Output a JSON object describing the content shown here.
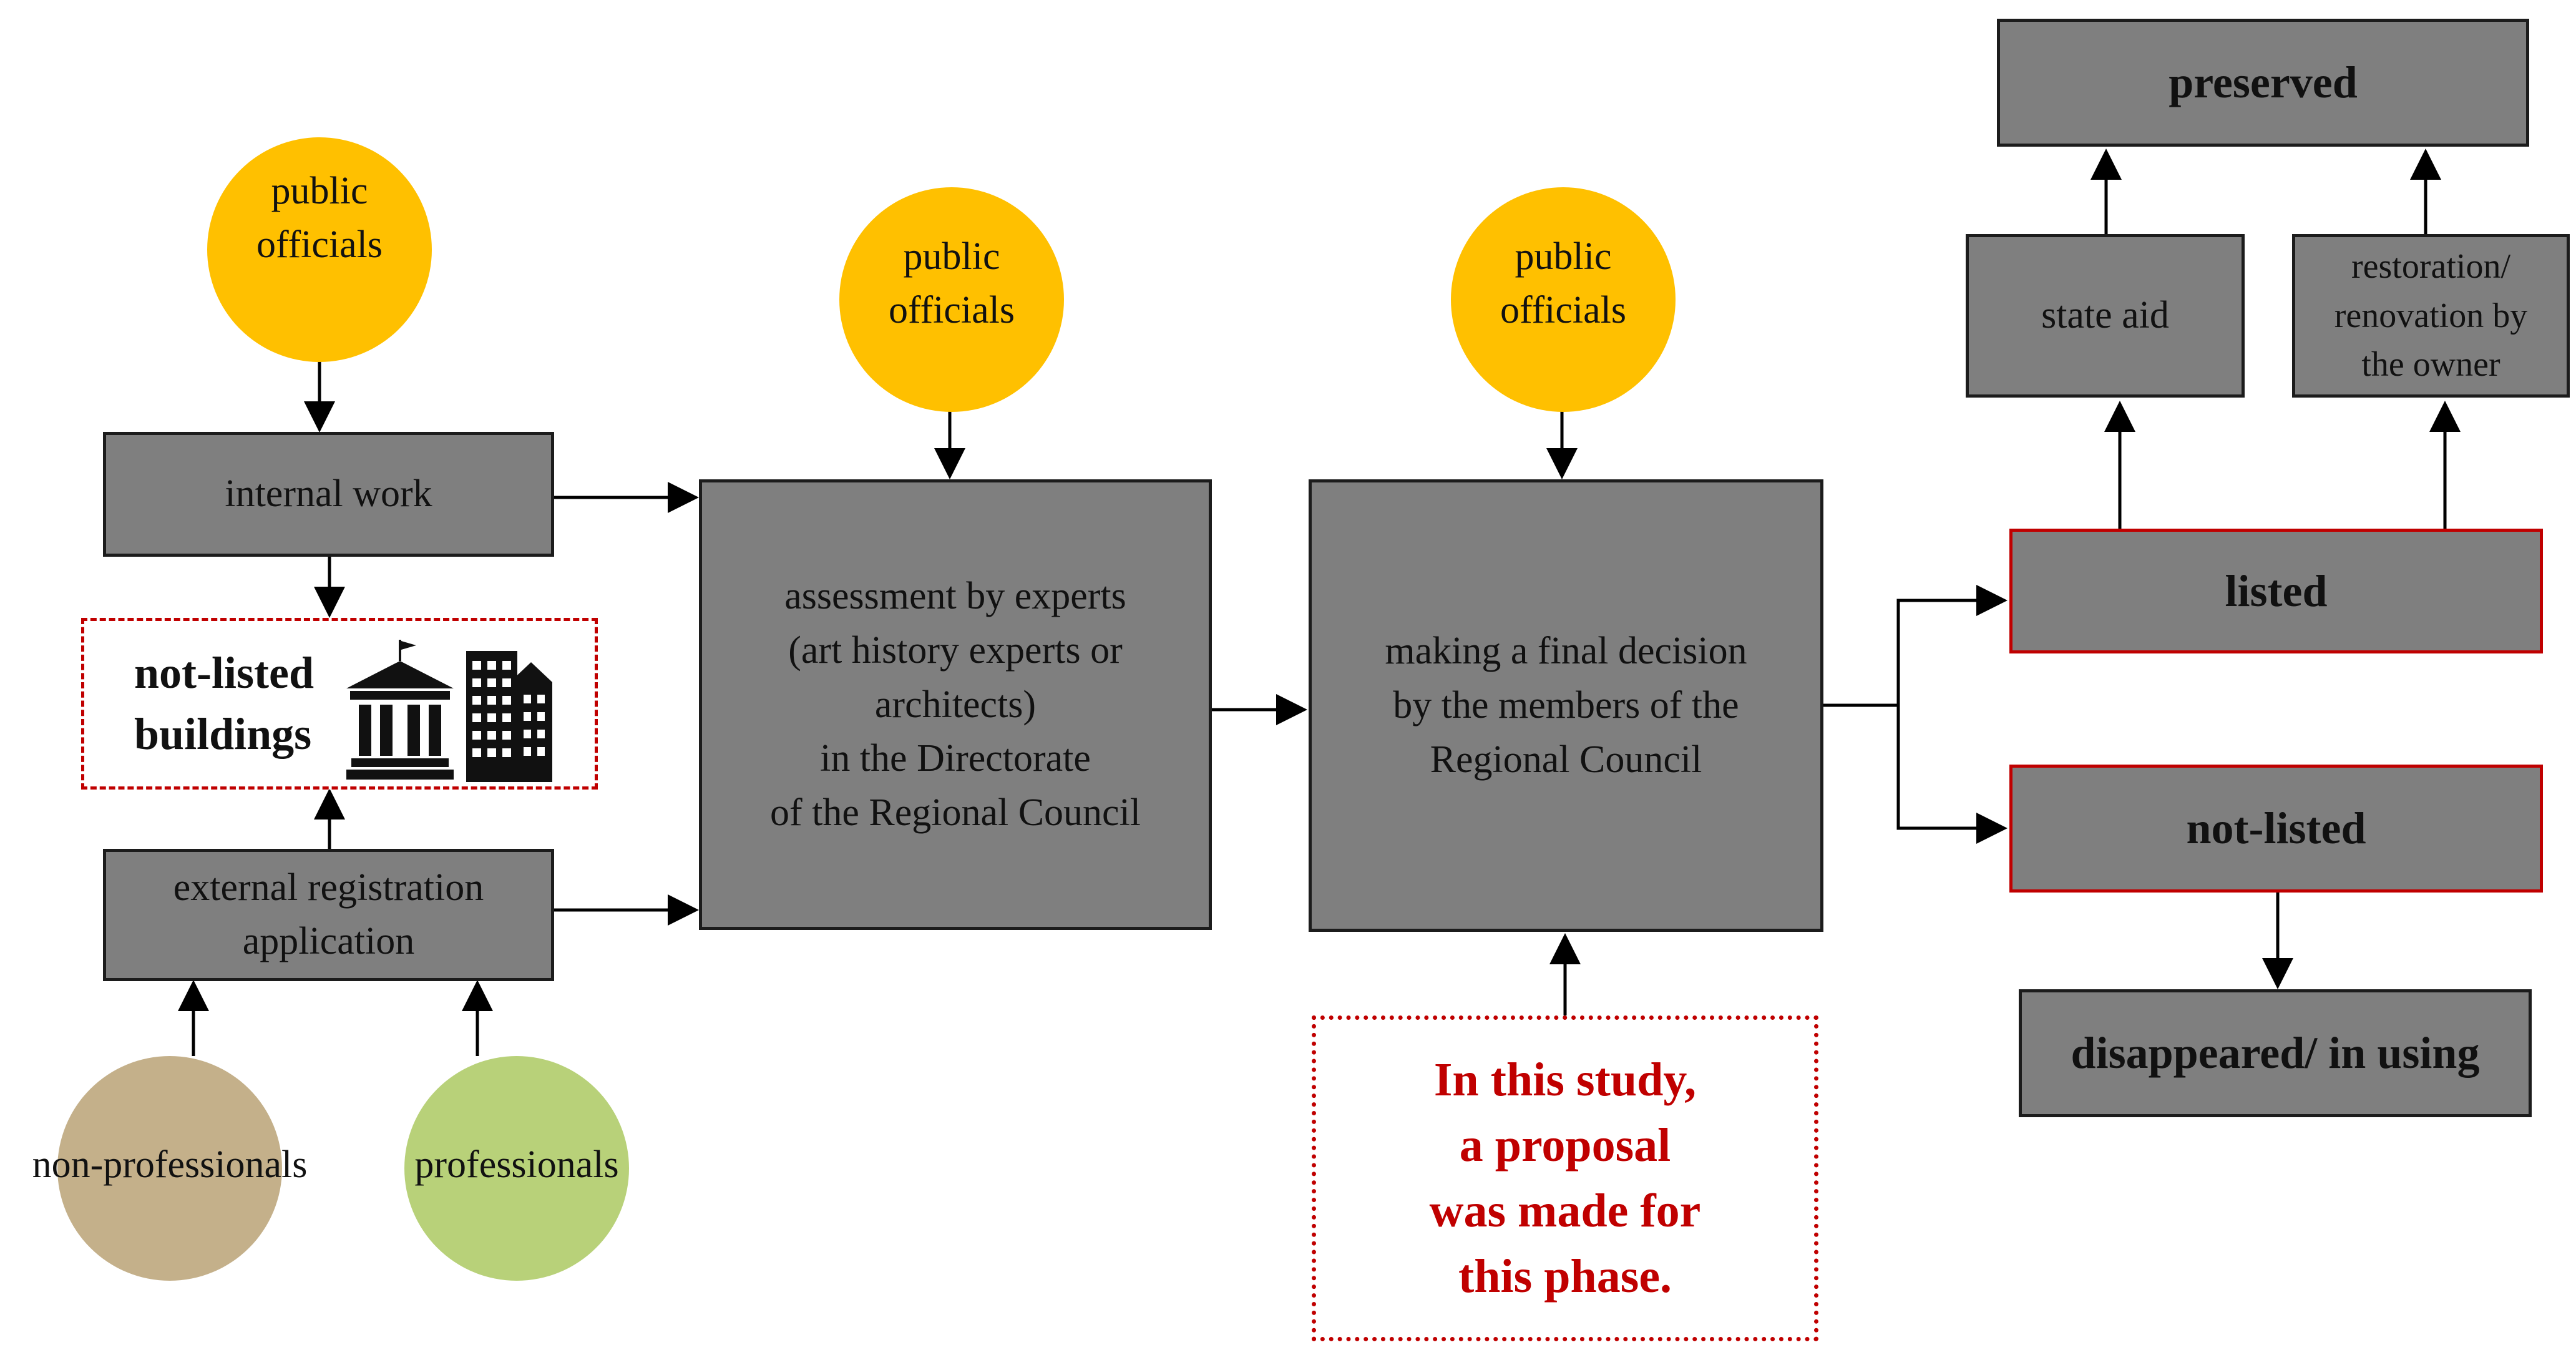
{
  "colors": {
    "box_fill": "#7f7f7f",
    "box_border": "#1c1c1c",
    "highlight_border": "#c00000",
    "officials": "#ffc000",
    "non_professionals": "#c4b08a",
    "professionals": "#b8d179",
    "proposal_text": "#c00000"
  },
  "nodes": {
    "officials_left": "public officials",
    "officials_mid": "public officials",
    "officials_right": "public officials",
    "internal_work": "internal work",
    "notlisted_buildings": "not-listed\nbuildings",
    "external_application": "external registration\napplication",
    "non_professionals": "non-professionals",
    "professionals": "professionals",
    "assessment": "assessment by experts\n(art history experts or\narchitects)\nin the Directorate\nof the Regional Council",
    "final_decision": "making a final decision\nby the members of the\nRegional Council",
    "proposal": "In this study,\na proposal\nwas made for\nthis phase.",
    "listed": "listed",
    "not_listed": "not-listed",
    "state_aid": "state aid",
    "restoration": "restoration/\nrenovation by\nthe owner",
    "preserved": "preserved",
    "disappeared": "disappeared/ in using"
  },
  "icons": [
    "museum-icon",
    "buildings-icon"
  ]
}
